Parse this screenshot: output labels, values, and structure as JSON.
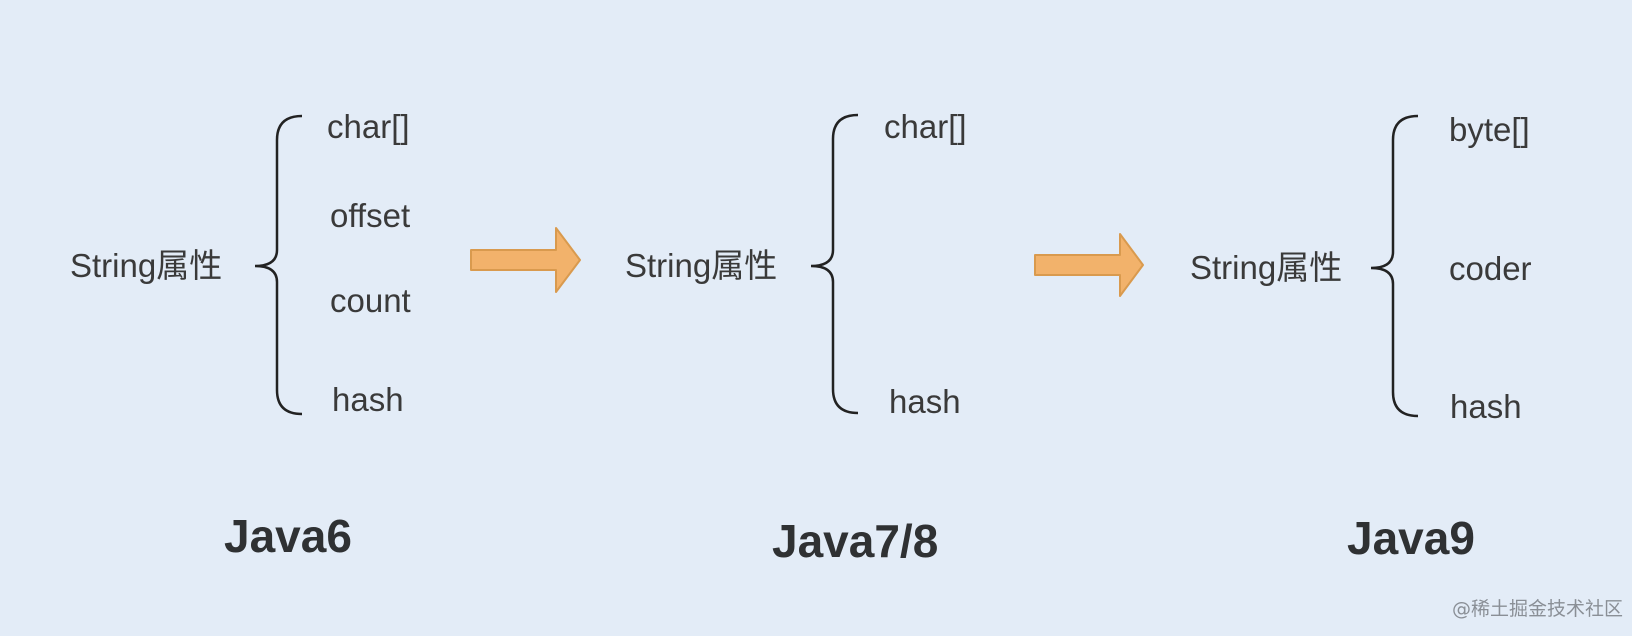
{
  "groups": [
    {
      "root_label": "String属性",
      "fields": [
        "char[]",
        "offset",
        "count",
        "hash"
      ],
      "version": "Java6"
    },
    {
      "root_label": "String属性",
      "fields": [
        "char[]",
        "hash"
      ],
      "version": "Java7/8"
    },
    {
      "root_label": "String属性",
      "fields": [
        "byte[]",
        "coder",
        "hash"
      ],
      "version": "Java9"
    }
  ],
  "arrows": [
    "arrow-right-icon",
    "arrow-right-icon"
  ],
  "colors": {
    "background": "#e3ecf7",
    "arrow_fill": "#f2b26b",
    "arrow_stroke": "#d99a4e",
    "text": "#3a3a3a",
    "version_text": "#2f3133"
  },
  "watermark": "@稀土掘金技术社区"
}
